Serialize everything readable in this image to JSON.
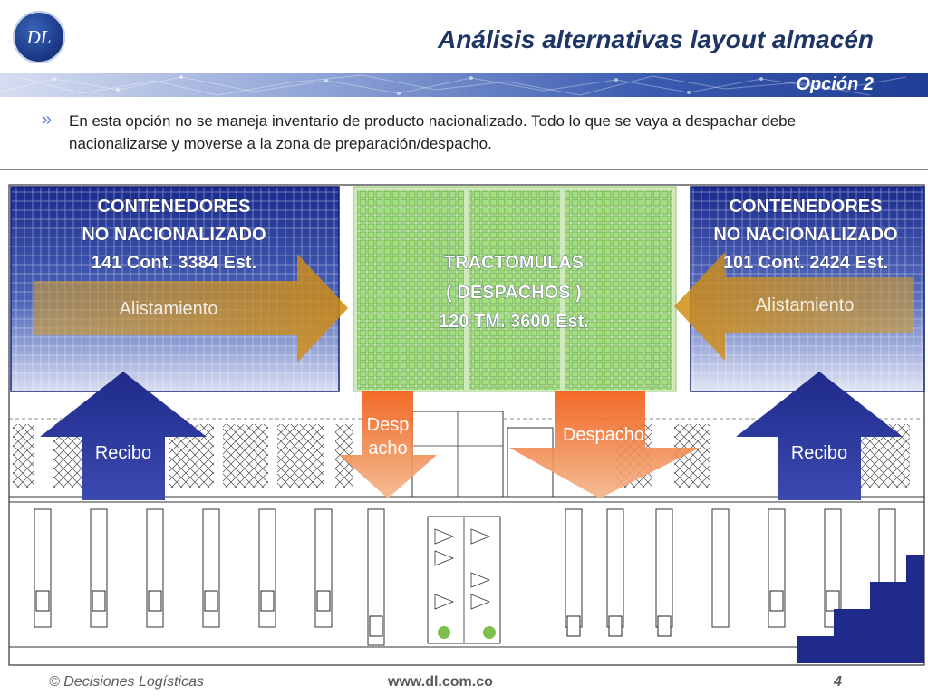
{
  "header": {
    "logo_text": "DL",
    "title": "Análisis alternativas layout almacén",
    "subtitle": "Opción 2"
  },
  "bullet": {
    "symbol": "»",
    "text": "En esta opción no se maneja inventario de producto nacionalizado. Todo lo que se vaya a despachar debe nacionalizarse y moverse a la zona de preparación/despacho."
  },
  "plan": {
    "left_block": {
      "line1": "CONTENEDORES",
      "line2": "NO NACIONALIZADO",
      "line3": "141 Cont.  3384 Est."
    },
    "center_block": {
      "line1": "TRACTOMULAS",
      "line2": "( DESPACHOS )",
      "line3": "120 TM.  3600 Est."
    },
    "right_block": {
      "line1": "CONTENEDORES",
      "line2": "NO NACIONALIZADO",
      "line3": "101 Cont.  2424 Est."
    },
    "arrow_alistamiento_left": "Alistamiento",
    "arrow_alistamiento_right": "Alistamiento",
    "arrow_recibo_left": "Recibo",
    "arrow_recibo_right": "Recibo",
    "arrow_despacho_left_line1": "Desp",
    "arrow_despacho_left_line2": "acho",
    "arrow_despacho_right": "Despacho",
    "colors": {
      "container_blue": "#1d2f8f",
      "dispatch_green": "#8fd16a",
      "arrow_orange": "#e8731c",
      "arrow_gold": "#c8901f",
      "arrow_navy": "#1f2a8a"
    }
  },
  "footer": {
    "left": "© Decisiones Logísticas",
    "center": "www.dl.com.co",
    "page": "4"
  }
}
